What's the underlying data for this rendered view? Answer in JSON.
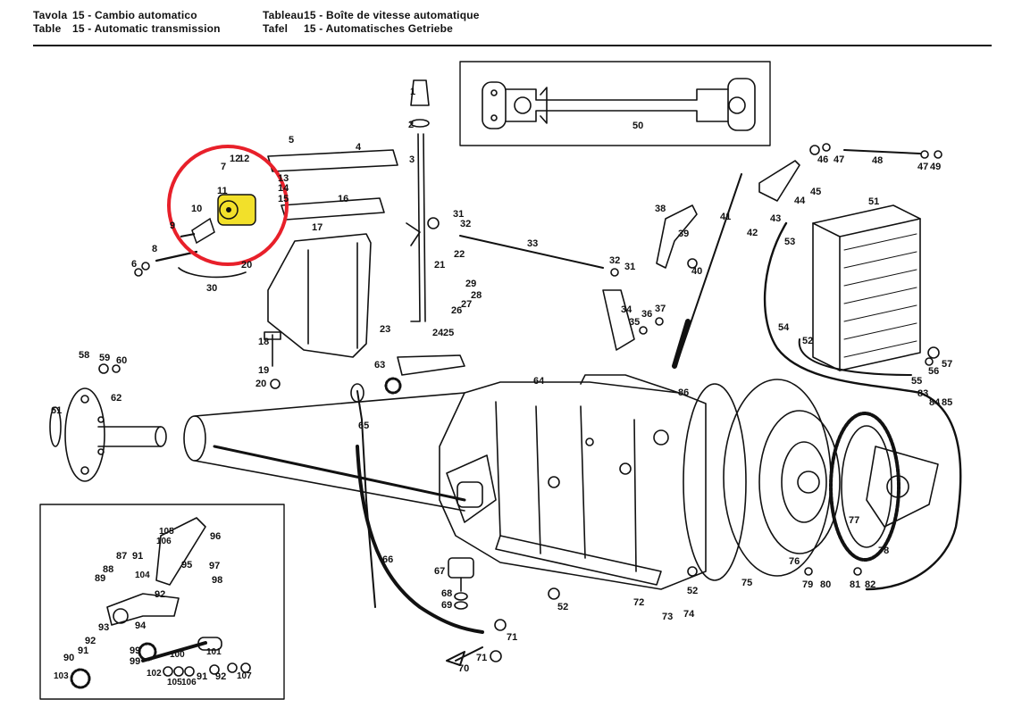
{
  "header": {
    "left": [
      {
        "word": "Tavola",
        "text": "15 - Cambio automatico"
      },
      {
        "word": "Table",
        "text": "15 - Automatic transmission"
      }
    ],
    "right": [
      {
        "word": "Tableau",
        "text": "15 - Boîte de vitesse automatique"
      },
      {
        "word": "Tafel",
        "text": "15 - Automatisches Getriebe"
      }
    ]
  },
  "highlight": {
    "color": "#e8202a",
    "part_color": "#f2e02a"
  },
  "callouts": [
    "1",
    "2",
    "3",
    "4",
    "5",
    "6",
    "7",
    "8",
    "9",
    "10",
    "11",
    "12",
    "13",
    "14",
    "15",
    "16",
    "17",
    "18",
    "19",
    "20",
    "21",
    "22",
    "23",
    "24",
    "25",
    "26",
    "27",
    "28",
    "29",
    "30",
    "31",
    "32",
    "33",
    "34",
    "35",
    "36",
    "37",
    "38",
    "39",
    "40",
    "41",
    "42",
    "43",
    "44",
    "45",
    "46",
    "47",
    "48",
    "49",
    "50",
    "51",
    "52",
    "53",
    "54",
    "55",
    "56",
    "57",
    "58",
    "59",
    "60",
    "61",
    "62",
    "63",
    "64",
    "65",
    "66",
    "67",
    "68",
    "69",
    "70",
    "71",
    "72",
    "73",
    "74",
    "75",
    "76",
    "77",
    "78",
    "79",
    "80",
    "81",
    "82",
    "83",
    "84",
    "85",
    "86",
    "87",
    "88",
    "89",
    "90",
    "91",
    "92",
    "93",
    "94",
    "95",
    "96",
    "97",
    "98",
    "99",
    "100",
    "101",
    "102",
    "103",
    "104",
    "105",
    "106",
    "107"
  ]
}
